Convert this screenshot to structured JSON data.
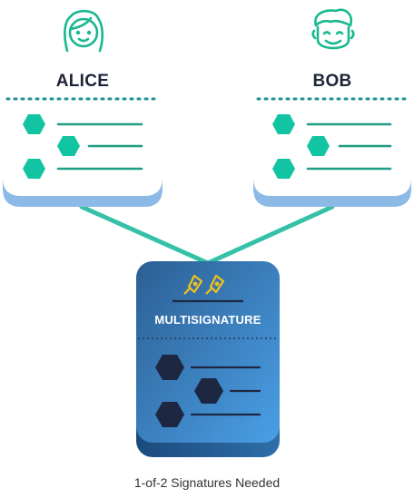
{
  "parties": [
    {
      "name": "ALICE",
      "avatar_icon": "female-user-icon"
    },
    {
      "name": "BOB",
      "avatar_icon": "male-user-icon"
    }
  ],
  "multisig": {
    "title": "MULTISIGNATURE",
    "icon": "fountain-pen-nibs-icon"
  },
  "caption": "1-of-2 Signatures Needed",
  "colors": {
    "hex_green": "#13c4a3",
    "connector": "#35c1a8",
    "card_shadow": "#8db9e6",
    "multisig_top": "#3f8fd6",
    "multisig_bottom": "#2c6aa7",
    "hex_dark": "#1e2741",
    "text_dark": "#1e2437",
    "pen_gold": "#f2c21a"
  }
}
